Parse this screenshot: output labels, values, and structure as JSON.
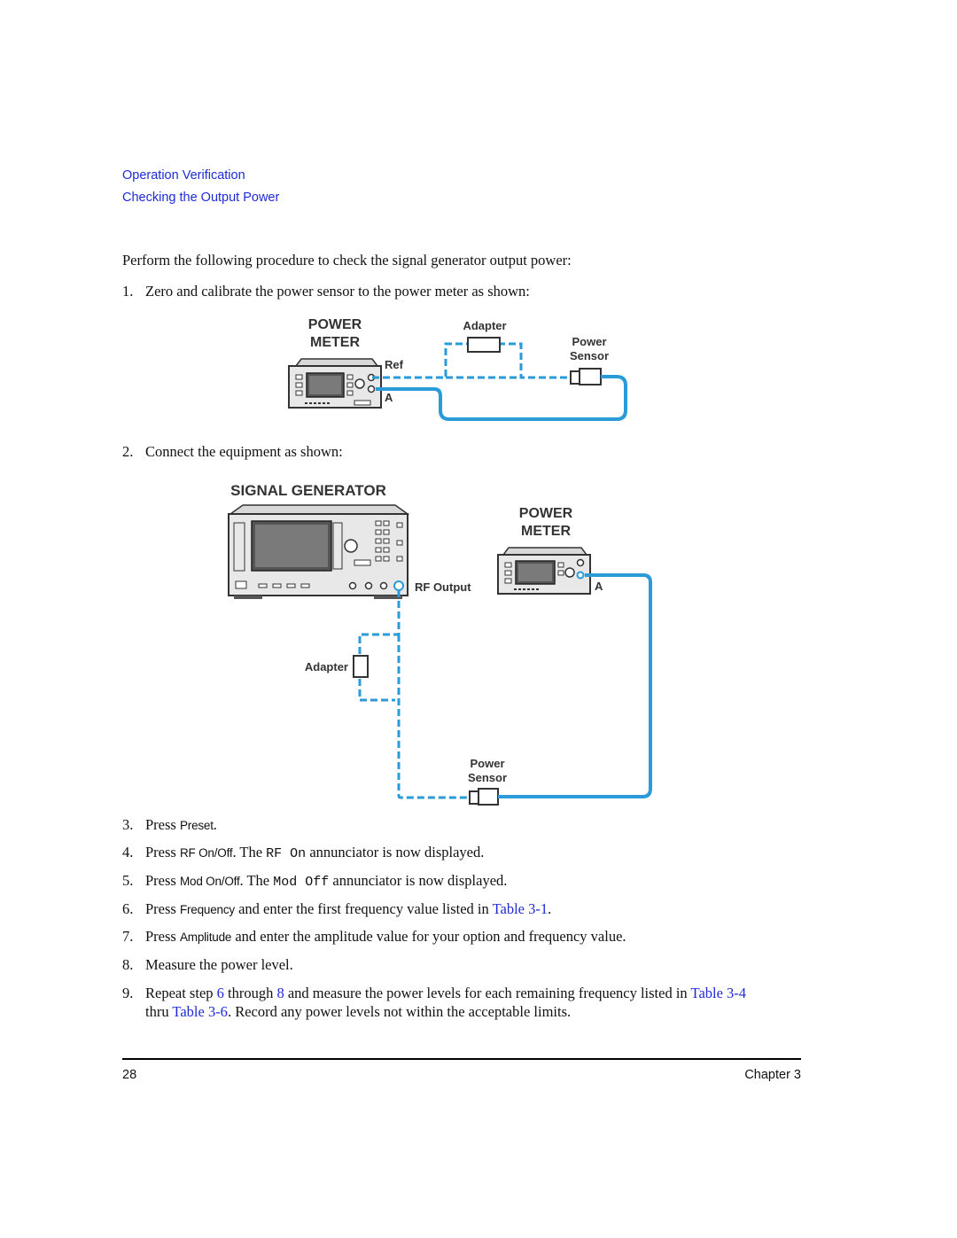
{
  "header": {
    "section": "Operation Verification",
    "subsection": "Checking the Output Power"
  },
  "intro": "Perform the following procedure to check the signal generator output power:",
  "steps": {
    "s1": {
      "num": "1.",
      "text": "Zero and calibrate the power sensor to the power meter as shown:"
    },
    "s2": {
      "num": "2.",
      "text": "Connect the equipment as shown:"
    },
    "s3": {
      "num": "3.",
      "pre": "Press ",
      "key": "Preset",
      "post": "."
    },
    "s4": {
      "num": "4.",
      "pre": "Press ",
      "key": "RF On/Off",
      "mid": ". The ",
      "mono": "RF On",
      "post": " annunciator is now displayed."
    },
    "s5": {
      "num": "5.",
      "pre": "Press ",
      "key": "Mod On/Off",
      "mid": ". The ",
      "mono": "Mod Off",
      "post": " annunciator is now displayed."
    },
    "s6": {
      "num": "6.",
      "pre": "Press ",
      "key": "Frequency",
      "mid": " and enter the first frequency value listed in ",
      "link": "Table 3-1",
      "post": "."
    },
    "s7": {
      "num": "7.",
      "pre": "Press ",
      "key": "Amplitude",
      "post": " and enter the amplitude value for your option and frequency value."
    },
    "s8": {
      "num": "8.",
      "text": "Measure the power level."
    },
    "s9": {
      "num": "9.",
      "a": "Repeat step ",
      "link1": "6",
      "b": " through ",
      "link2": "8",
      "c": " and measure the power levels for each remaining frequency listed in ",
      "link3": "Table 3-4",
      "d": "thru ",
      "link4": "Table 3-6",
      "e": ". Record any power levels not within the acceptable limits."
    }
  },
  "figure1": {
    "power_meter_line1": "POWER",
    "power_meter_line2": "METER",
    "adapter": "Adapter",
    "sensor_line1": "Power",
    "sensor_line2": "Sensor",
    "ref_port": "Ref",
    "a_port": "A"
  },
  "figure2": {
    "signal_generator": "SIGNAL GENERATOR",
    "power_meter_line1": "POWER",
    "power_meter_line2": "METER",
    "rf_output": "RF Output",
    "a_port": "A",
    "adapter": "Adapter",
    "sensor_line1": "Power",
    "sensor_line2": "Sensor"
  },
  "colors": {
    "cable": "#2a9ad8",
    "link": "#1d2bd6"
  },
  "footer": {
    "page_number": "28",
    "chapter": "Chapter 3"
  }
}
